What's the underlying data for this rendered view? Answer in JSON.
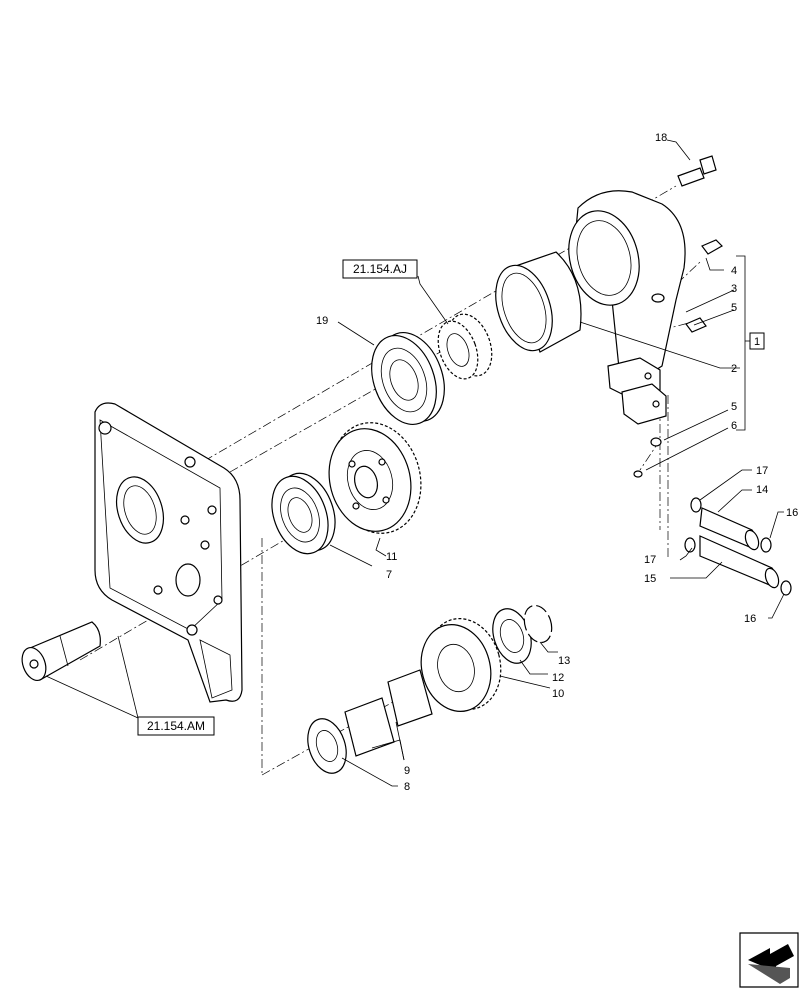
{
  "diagram": {
    "references": {
      "aj": "21.154.AJ",
      "am": "21.154.AM",
      "kit": "1"
    },
    "callouts": {
      "c18": "18",
      "c4": "4",
      "c3": "3",
      "c5a": "5",
      "c2": "2",
      "c5b": "5",
      "c6": "6",
      "c19": "19",
      "c17a": "17",
      "c14": "14",
      "c16a": "16",
      "c17b": "17",
      "c15": "15",
      "c16b": "16",
      "c11": "11",
      "c7": "7",
      "c13": "13",
      "c12": "12",
      "c10": "10",
      "c9": "9",
      "c8": "8"
    },
    "nav_icon": "next-page-arrow-icon"
  }
}
